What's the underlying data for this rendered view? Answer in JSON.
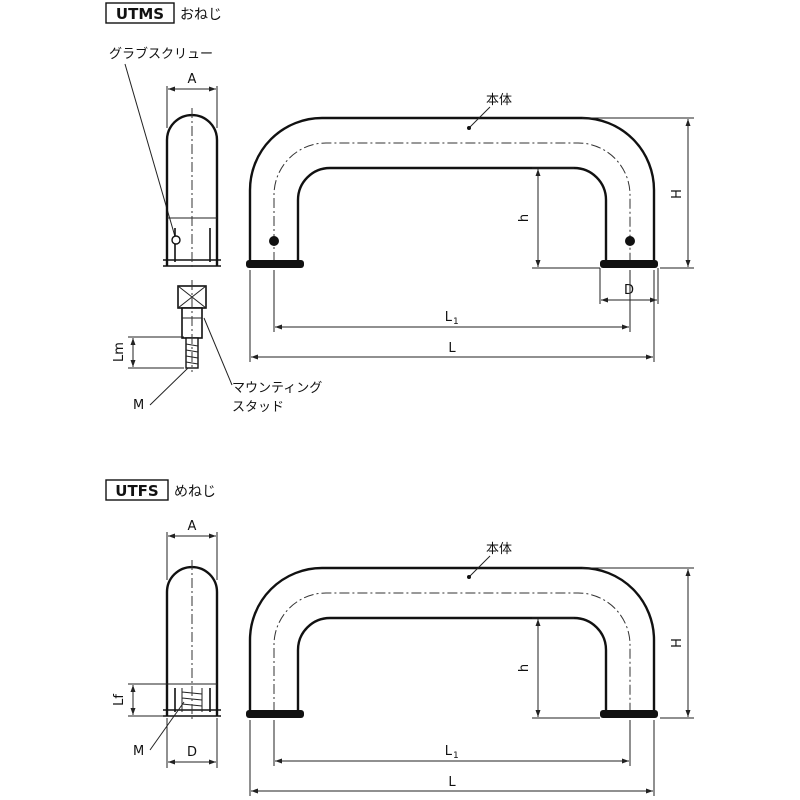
{
  "sections": [
    {
      "code": "UTMS",
      "suffix": "おねじ",
      "labels": {
        "grab_screw": "グラブスクリュー",
        "a": "A",
        "body": "本体",
        "h_upper": "H",
        "h_lower": "h",
        "d": "D",
        "l1_main": "L",
        "l1_sub": "1",
        "l": "L",
        "lm": "Lm",
        "m": "M",
        "stud_line1": "マウンティング",
        "stud_line2": "スタッド"
      }
    },
    {
      "code": "UTFS",
      "suffix": "めねじ",
      "labels": {
        "a": "A",
        "body": "本体",
        "h_upper": "H",
        "h_lower": "h",
        "lf": "Lf",
        "m": "M",
        "d": "D",
        "l1_main": "L",
        "l1_sub": "1",
        "l": "L"
      }
    }
  ]
}
